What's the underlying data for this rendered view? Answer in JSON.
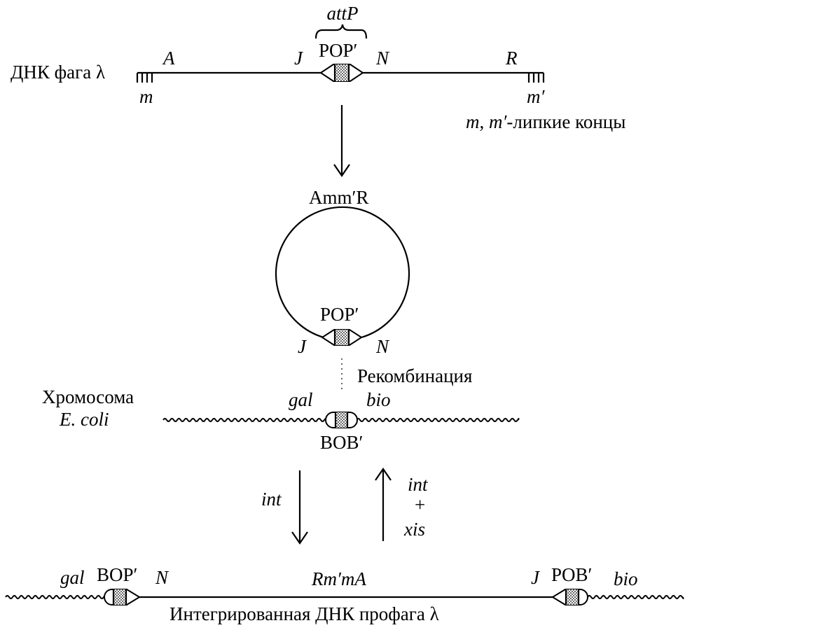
{
  "phage": {
    "title": "ДНК фага λ",
    "attp": "attP",
    "gene_a": "A",
    "gene_j": "J",
    "pop": "POP′",
    "gene_n": "N",
    "gene_r": "R",
    "end_m": "m",
    "end_m2": "m′",
    "ends_desc_italic": "m, m′",
    "ends_desc_rest": "-липкие концы"
  },
  "circle": {
    "label": "Amm′R",
    "pop": "POP′",
    "gene_j": "J",
    "gene_n": "N",
    "recomb": "Рекомбинация"
  },
  "chromosome": {
    "title_line1": "Хромосома",
    "title_line2": "E. coli",
    "gal": "gal",
    "bio": "bio",
    "bob": "BOB′"
  },
  "arrows": {
    "int_down": "int",
    "int_up": "int",
    "plus": "+",
    "xis": "xis"
  },
  "prophage": {
    "gal": "gal",
    "bop": "BOP′",
    "gene_n": "N",
    "center": "Rm′mA",
    "gene_j": "J",
    "pob": "POB′",
    "bio": "bio",
    "caption": "Интегрированная ДНК профага λ"
  }
}
